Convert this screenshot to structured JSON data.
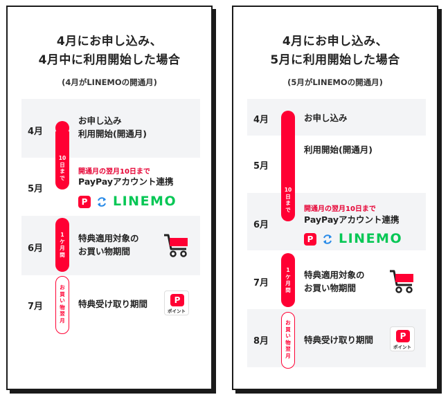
{
  "left_card": {
    "title_line1": "4月にお申し込み、",
    "title_line2": "4月中に利用開始した場合",
    "subtitle": "(4月がLINEMOの開通月)",
    "months": [
      "4月",
      "5月",
      "6月",
      "7月"
    ],
    "apply_label": "お申し込み",
    "start_label": "利用開始(開通月)",
    "deadline_note": "開通月の翌月10日まで",
    "link_label": "PayPayアカウント連携",
    "shopping_line1": "特典適用対象の",
    "shopping_line2": "お買い物期間",
    "receive_label": "特典受け取り期間",
    "bar_10days": [
      "10",
      "日",
      "ま",
      "で"
    ],
    "bar_1month": [
      "1",
      "ケ",
      "月",
      "間"
    ],
    "bar_next_month": [
      "お",
      "買",
      "い",
      "物",
      "翌",
      "月"
    ]
  },
  "right_card": {
    "title_line1": "4月にお申し込み、",
    "title_line2": "5月に利用開始した場合",
    "subtitle": "(5月がLINEMOの開通月)",
    "months": [
      "4月",
      "5月",
      "6月",
      "7月",
      "8月"
    ],
    "apply_label": "お申し込み",
    "start_label": "利用開始(開通月)",
    "deadline_note": "開通月の翌月10日まで",
    "link_label": "PayPayアカウント連携",
    "shopping_line1": "特典適用対象の",
    "shopping_line2": "お買い物期間",
    "receive_label": "特典受け取り期間",
    "bar_10days": [
      "10",
      "日",
      "ま",
      "で"
    ],
    "bar_1month": [
      "1",
      "ケ",
      "月",
      "間"
    ],
    "bar_next_month": [
      "お",
      "買",
      "い",
      "物",
      "翌",
      "月"
    ]
  },
  "logos": {
    "paypay_glyph": "P",
    "linemo_text": "LINEMO",
    "point_label": "ポイント"
  },
  "colors": {
    "accent_red": "#ff0033",
    "linemo_green": "#06c755",
    "row_shade": "#f3f4f6"
  }
}
